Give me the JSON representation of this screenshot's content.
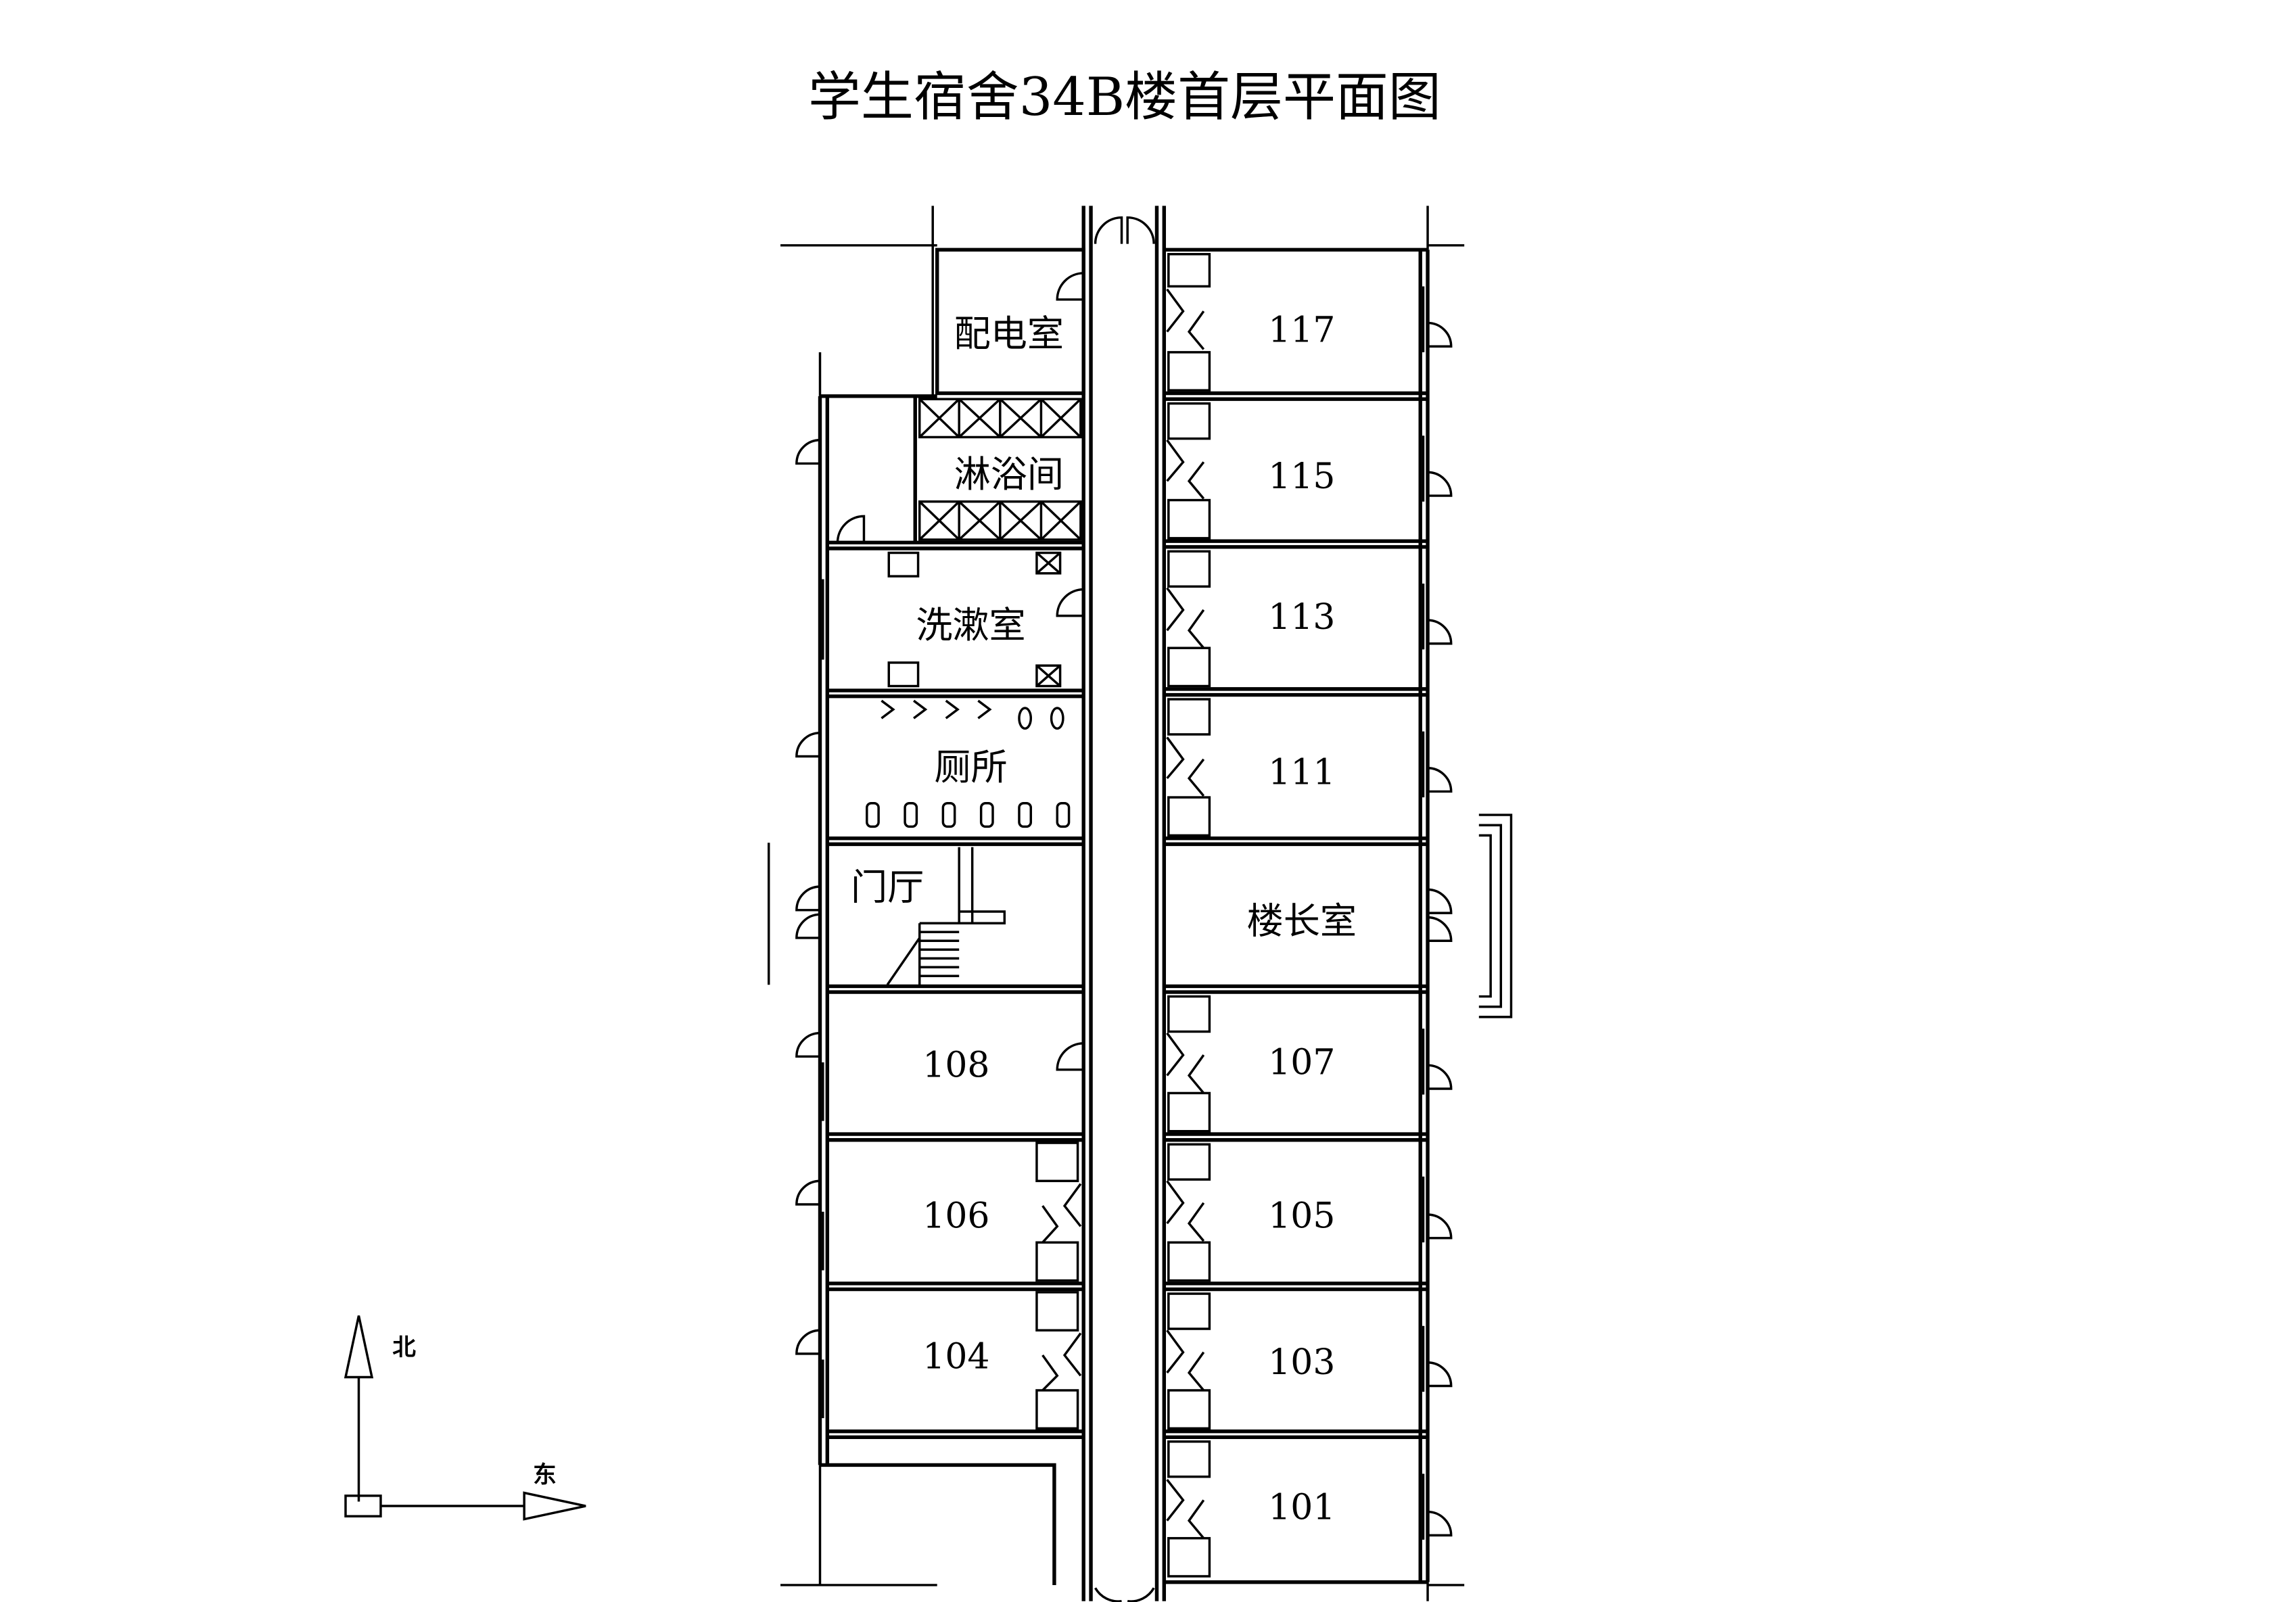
{
  "title": "学生宿舍34B楼首层平面图",
  "compass": {
    "north": "北",
    "east": "东"
  },
  "rooms": {
    "power": "配电室",
    "shower": "淋浴间",
    "washroom": "洗漱室",
    "toilet": "厕所",
    "lobby": "门厅",
    "manager": "楼长室",
    "r117": "117",
    "r115": "115",
    "r113": "113",
    "r111": "111",
    "r108": "108",
    "r107": "107",
    "r106": "106",
    "r105": "105",
    "r104": "104",
    "r103": "103",
    "r101": "101"
  }
}
